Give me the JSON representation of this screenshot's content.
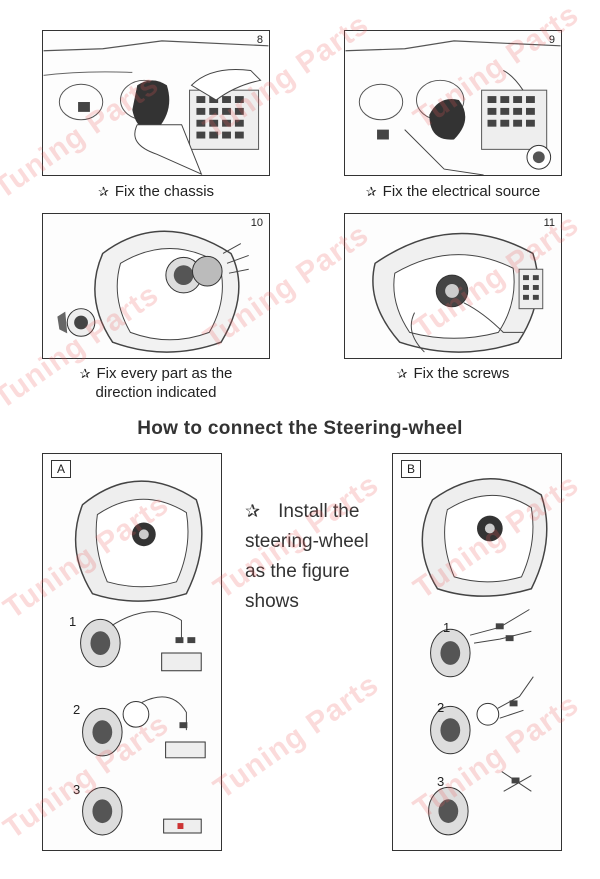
{
  "steps": [
    {
      "num": "8",
      "caption": "Fix the chassis",
      "icon": "star-icon"
    },
    {
      "num": "9",
      "caption": "Fix the electrical source",
      "icon": "star-icon"
    },
    {
      "num": "10",
      "caption_line1": "Fix every part as the",
      "caption_line2": "direction indicated",
      "icon": "star-icon"
    },
    {
      "num": "11",
      "caption": "Fix the screws",
      "icon": "star-icon"
    }
  ],
  "section_title": "How to connect the Steering-wheel",
  "box_a": {
    "label": "A",
    "sub_steps": [
      "1",
      "2",
      "3"
    ]
  },
  "box_b": {
    "label": "B",
    "sub_steps": [
      "1",
      "2",
      "3"
    ]
  },
  "instruction": {
    "line1": "Install the",
    "line2": "steering-wheel",
    "line3": "as the figure",
    "line4": "shows"
  },
  "watermark": "Tuning Parts",
  "star_glyph": "✰",
  "colors": {
    "watermark": "#eb5a5a",
    "line": "#333333"
  }
}
